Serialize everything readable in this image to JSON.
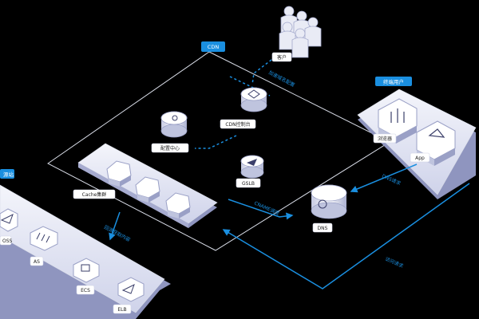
{
  "diagram": {
    "regions": {
      "cdn": "CDN",
      "origin": "源站",
      "terminal": "终端用户"
    },
    "nodes": {
      "user": "客户",
      "cdn_console": "CDN控制台",
      "config_center": "配置中心",
      "gslb": "GSLB",
      "cache_cluster": "Cache集群",
      "dns": "DNS",
      "browser": "浏览器",
      "app": "App",
      "oss": "OSS",
      "as": "AS",
      "ecs": "ECS",
      "elb": "ELB"
    },
    "flows": {
      "cdn_domain_config": "加速域名配置",
      "origin_fetch": "回源获取内容",
      "cname_request": "CNAME调度",
      "dns_request": "DNS请求",
      "content_request": "访问请求"
    }
  },
  "colors": {
    "accent_blue": "#1a8fe0",
    "outline": "#d9dde8",
    "box_fill": "#c9cde6",
    "box_side": "#8f95bf",
    "background": "#000000"
  }
}
